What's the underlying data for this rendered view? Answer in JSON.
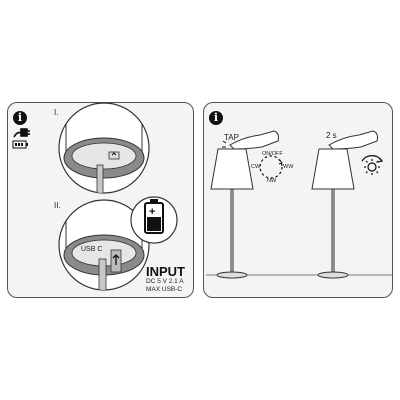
{
  "left_panel": {
    "info_glyph": "i",
    "step1_label": "I.",
    "step2_label": "II.",
    "usb_label": "USB C",
    "input_title": "INPUT",
    "input_spec_1": "DC 5 V 2.1 A",
    "input_spec_2": "MAX USB-C",
    "battery_glyph": "+"
  },
  "right_panel": {
    "info_glyph": "i",
    "tap_label": "TAP",
    "duration_label": "2 s",
    "modes": {
      "top": "ON/OFF",
      "left": "CW",
      "right": "WW",
      "bottom": "NW"
    }
  },
  "colors": {
    "border": "#555555",
    "panel_bg": "#f4f4f4",
    "gray_disc": "#8a8a8a",
    "ink": "#111111"
  }
}
